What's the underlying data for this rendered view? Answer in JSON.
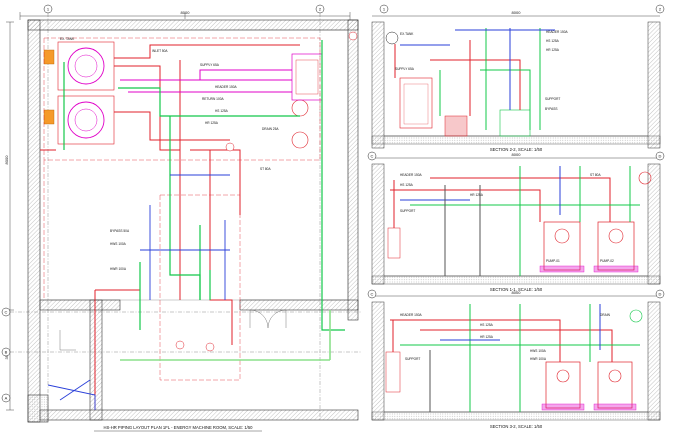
{
  "colors": {
    "paper": "#ffffff",
    "wall": "#333333",
    "hatch": "#9a9a9a",
    "red": "#e0222b",
    "magenta": "#e000c8",
    "green": "#13c84a",
    "blue": "#2a3fd9",
    "lightgreen": "#8be08b",
    "text": "#111111"
  },
  "plan": {
    "title": "HS-HR PIPING LAYOUT PLAN 1FL - ENERGY MACHINE ROOM, SCALE: 1/50",
    "dim_top": "8000",
    "dim_left": "8000",
    "dim_left_lower": "3500",
    "grid_left": [
      "C",
      "B",
      "A"
    ],
    "grid_right": [
      "1",
      "2"
    ],
    "pipe_tags": [
      "INLET 50A",
      "SUPPLY 65A",
      "HEADER 150A",
      "RETURN 100A",
      "HS 125A",
      "HR 125A",
      "DRAIN 25A",
      "BYPASS 50A",
      "HWS 100A",
      "HWR 100A",
      "ST 80A",
      "EX. TANK"
    ]
  },
  "sections": [
    {
      "caption": "SECTION 2-2, SCALE: 1/50",
      "dim_top": "8000",
      "grid": [
        "1",
        "2"
      ],
      "tags": [
        "HEADER 150A",
        "HS 125A",
        "HR 125A",
        "SUPPORT",
        "BYPASS",
        "SUPPLY 65A",
        "EX.TANK"
      ]
    },
    {
      "caption": "SECTION 1-1, SCALE: 1/50",
      "dim_top": "8000",
      "grid": [
        "C",
        "D"
      ],
      "tags": [
        "HEADER 150A",
        "HS 125A",
        "HR 125A",
        "SUPPORT",
        "PUMP-01",
        "PUMP-02",
        "ST 80A"
      ]
    },
    {
      "caption": "SECTION 3-2, SCALE: 1/50",
      "dim_top": "8000",
      "grid": [
        "C",
        "D"
      ],
      "tags": [
        "HEADER 150A",
        "HS 125A",
        "HR 125A",
        "SUPPORT",
        "HWS 100A",
        "HWR 100A",
        "DRAIN"
      ]
    }
  ]
}
